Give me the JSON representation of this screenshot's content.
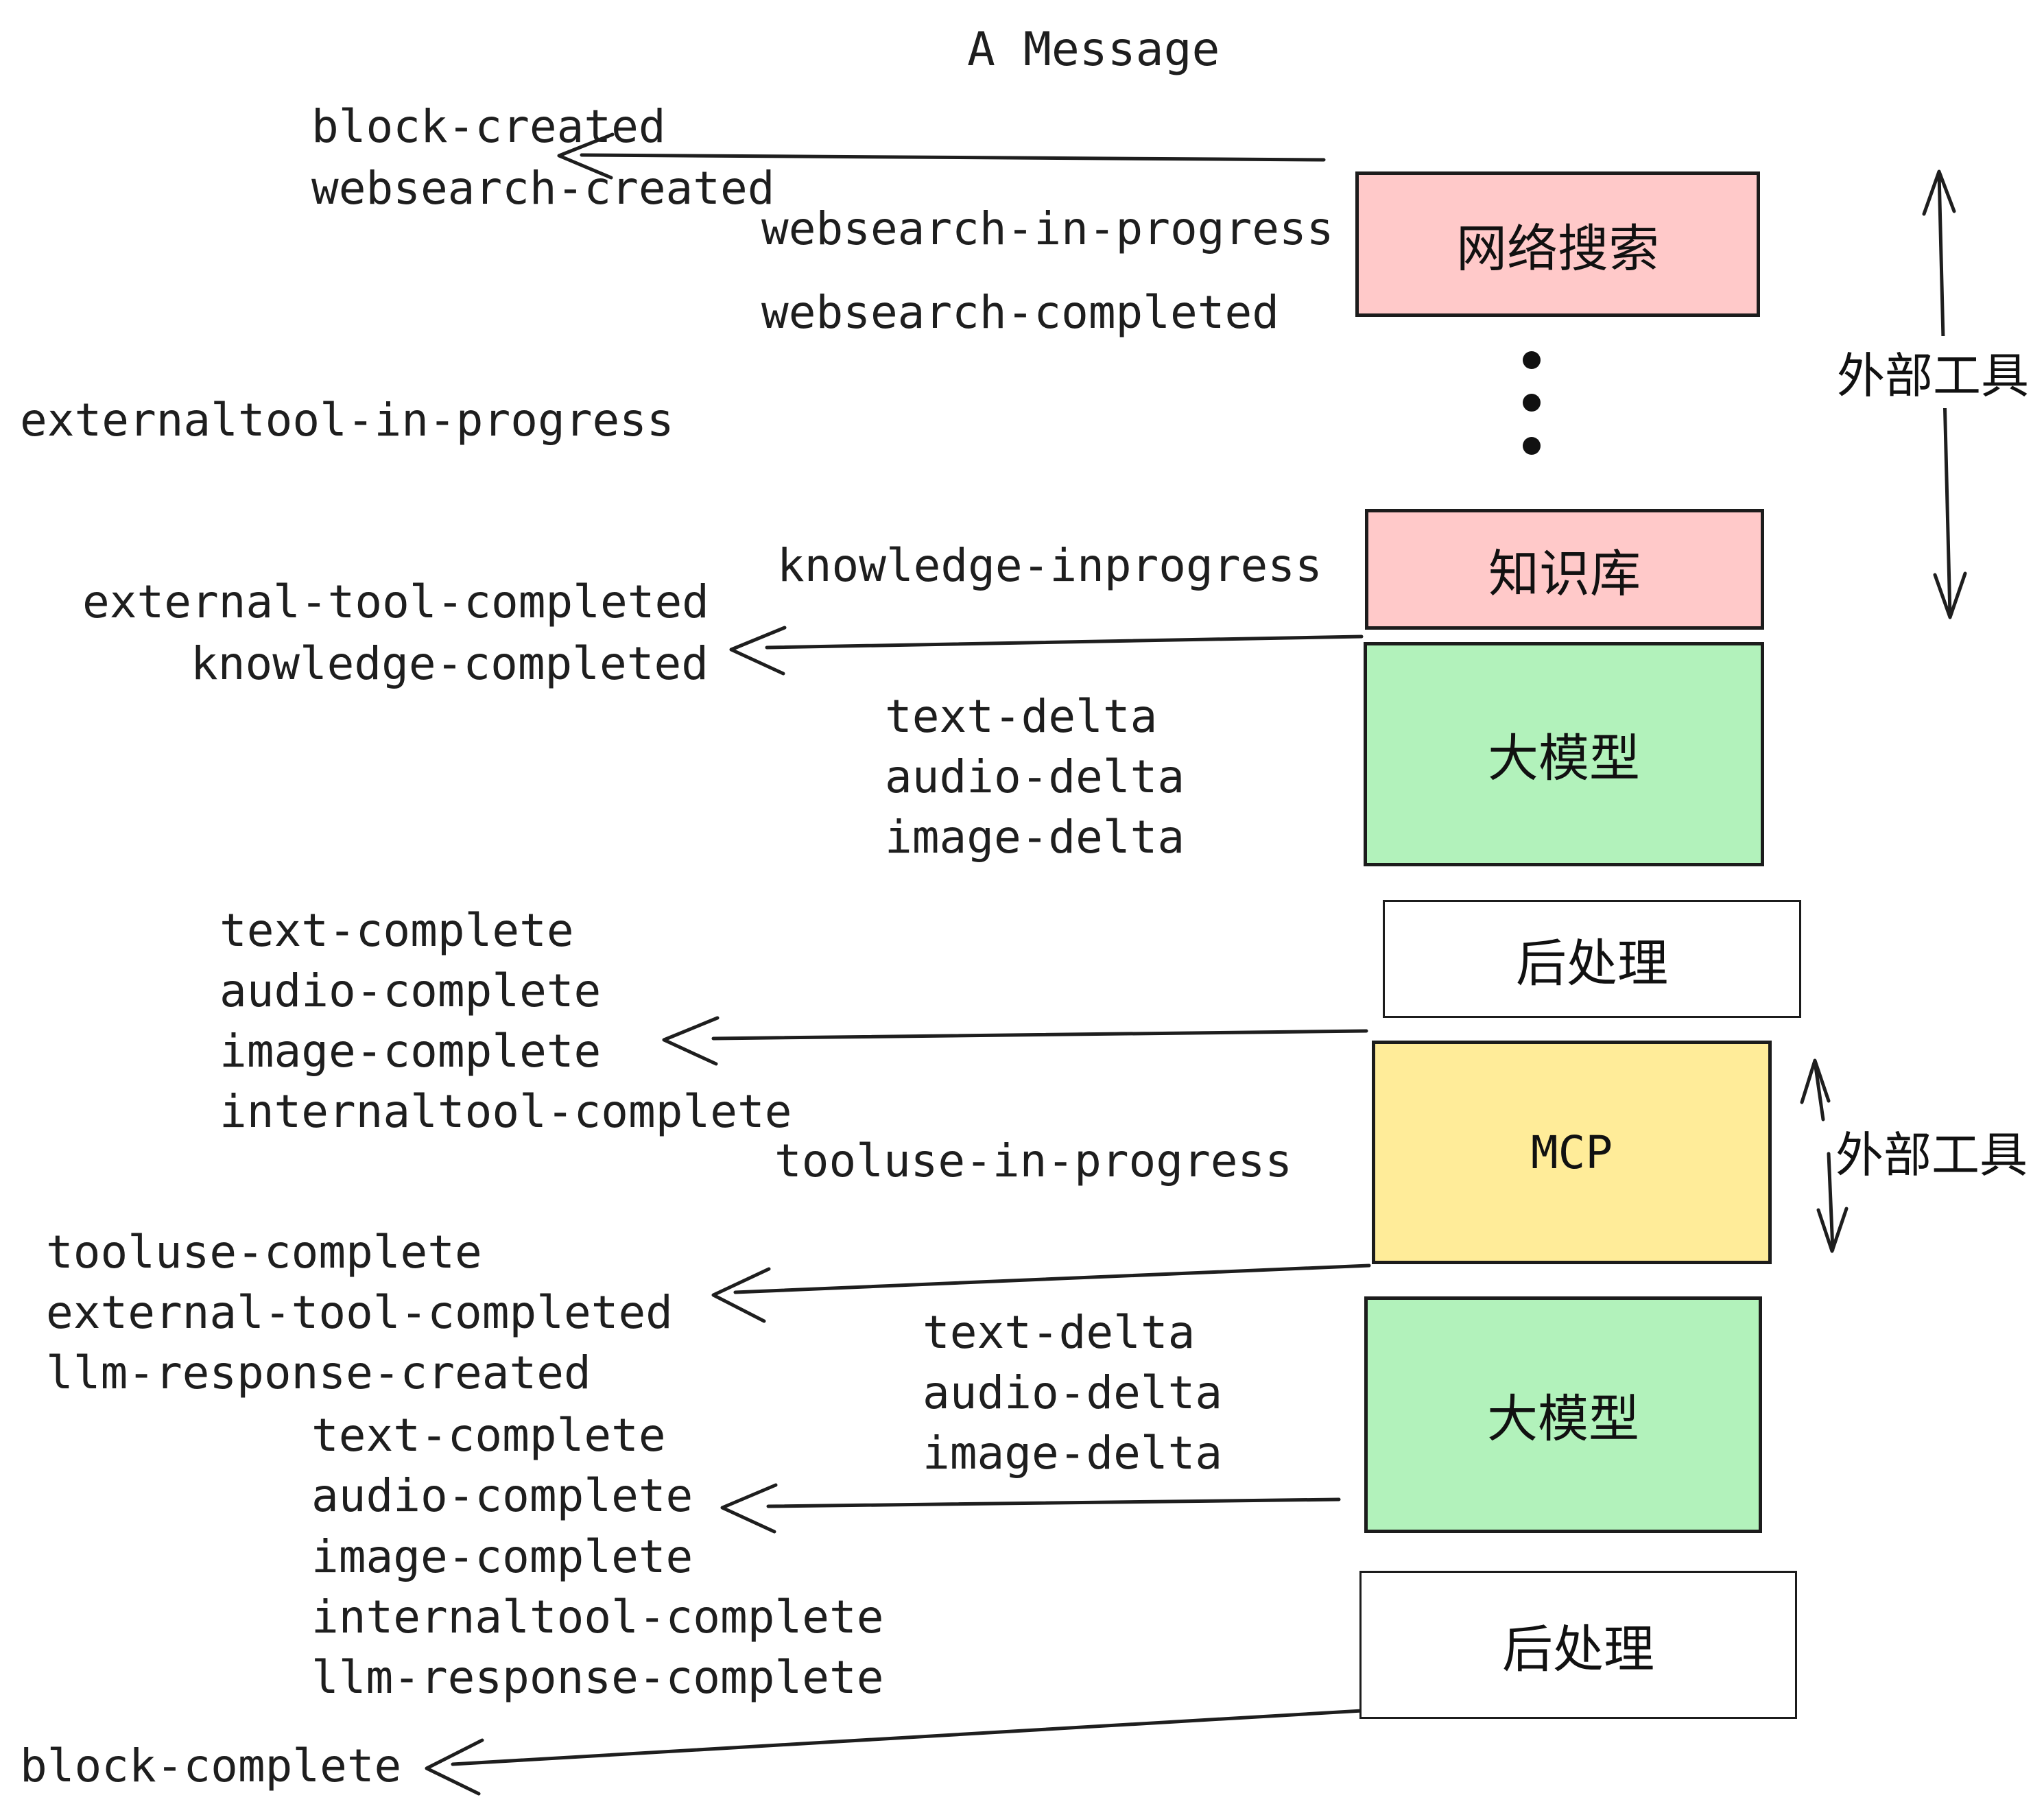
{
  "title": "A Message",
  "colors": {
    "box_pink": "#ffc9c9",
    "box_green": "#b2f2bb",
    "box_yellow": "#ffec99",
    "box_white": "#ffffff",
    "ink": "#1e1e1e"
  },
  "boxes": [
    {
      "label": "网络搜索",
      "fill": "pink"
    },
    {
      "label": "知识库",
      "fill": "pink"
    },
    {
      "label": "大模型",
      "fill": "green"
    },
    {
      "label": "后处理",
      "fill": "white"
    },
    {
      "label": "MCP",
      "fill": "yellow"
    },
    {
      "label": "大模型",
      "fill": "green"
    },
    {
      "label": "后处理",
      "fill": "white"
    }
  ],
  "side_labels": [
    {
      "label": "外部工具"
    },
    {
      "label": "外部工具"
    }
  ],
  "events": {
    "block_created": "block-created",
    "websearch_created": "websearch-created",
    "websearch_in_progress": "websearch-in-progress",
    "websearch_completed": "websearch-completed",
    "externaltool_in_progress": "externaltool-in-progress",
    "knowledge_inprogress": "knowledge-inprogress",
    "external_tool_completed_1": "external-tool-completed",
    "knowledge_completed": "knowledge-completed",
    "text_delta_1": "text-delta",
    "audio_delta_1": "audio-delta",
    "image_delta_1": "image-delta",
    "text_complete_1": "text-complete",
    "audio_complete_1": "audio-complete",
    "image_complete_1": "image-complete",
    "internaltool_complete_1": "internaltool-complete",
    "tooluse_in_progress": "tooluse-in-progress",
    "tooluse_complete": "tooluse-complete",
    "external_tool_completed_2": "external-tool-completed",
    "llm_response_created": "llm-response-created",
    "text_delta_2": "text-delta",
    "audio_delta_2": "audio-delta",
    "image_delta_2": "image-delta",
    "text_complete_2": "text-complete",
    "audio_complete_2": "audio-complete",
    "image_complete_2": "image-complete",
    "internaltool_complete_2": "internaltool-complete",
    "llm_response_complete": "llm-response-complete",
    "block_complete": "block-complete"
  },
  "connectors": [
    {
      "name": "arrow-to-websearch-created",
      "direction": "left"
    },
    {
      "name": "arrow-to-knowledge-completed",
      "direction": "left"
    },
    {
      "name": "arrow-to-image-complete",
      "direction": "left"
    },
    {
      "name": "arrow-to-external-tool-completed",
      "direction": "left"
    },
    {
      "name": "arrow-to-audio-complete",
      "direction": "left"
    },
    {
      "name": "arrow-to-block-complete",
      "direction": "left"
    },
    {
      "name": "external-tools-span-arrow-1",
      "direction": "vertical-double"
    },
    {
      "name": "external-tools-span-arrow-2",
      "direction": "vertical-double"
    }
  ]
}
